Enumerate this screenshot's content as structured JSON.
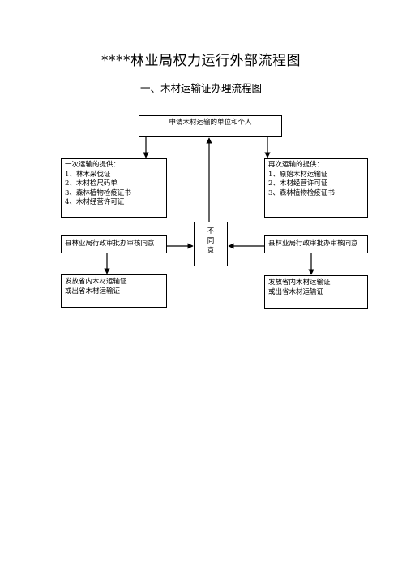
{
  "title": "****林业局权力运行外部流程图",
  "subtitle": "一、木材运输证办理流程图",
  "nodes": {
    "start": "申请木材运输的单位和个人",
    "first_requirements": {
      "heading": "一次运输的提供：",
      "items": [
        "1、林木采伐证",
        "2、木材检尺码单",
        "3、森林植物检疫证书",
        "4、木材经营许可证"
      ]
    },
    "second_requirements": {
      "heading": "再次运输的提供：",
      "items": [
        "1、原始木材运输证",
        "2、木材经营许可证",
        "3、森林植物检疫证书"
      ]
    },
    "left_approval": "县林业局行政审批办审核同意",
    "right_approval": "县林业局行政审批办审核同意",
    "left_issue": [
      "发放省内木材运输证",
      "或出省木材运输证"
    ],
    "right_issue": [
      "发放省内木材运输证",
      "或出省木材运输证"
    ],
    "reject": [
      "不",
      "同",
      "意"
    ]
  }
}
